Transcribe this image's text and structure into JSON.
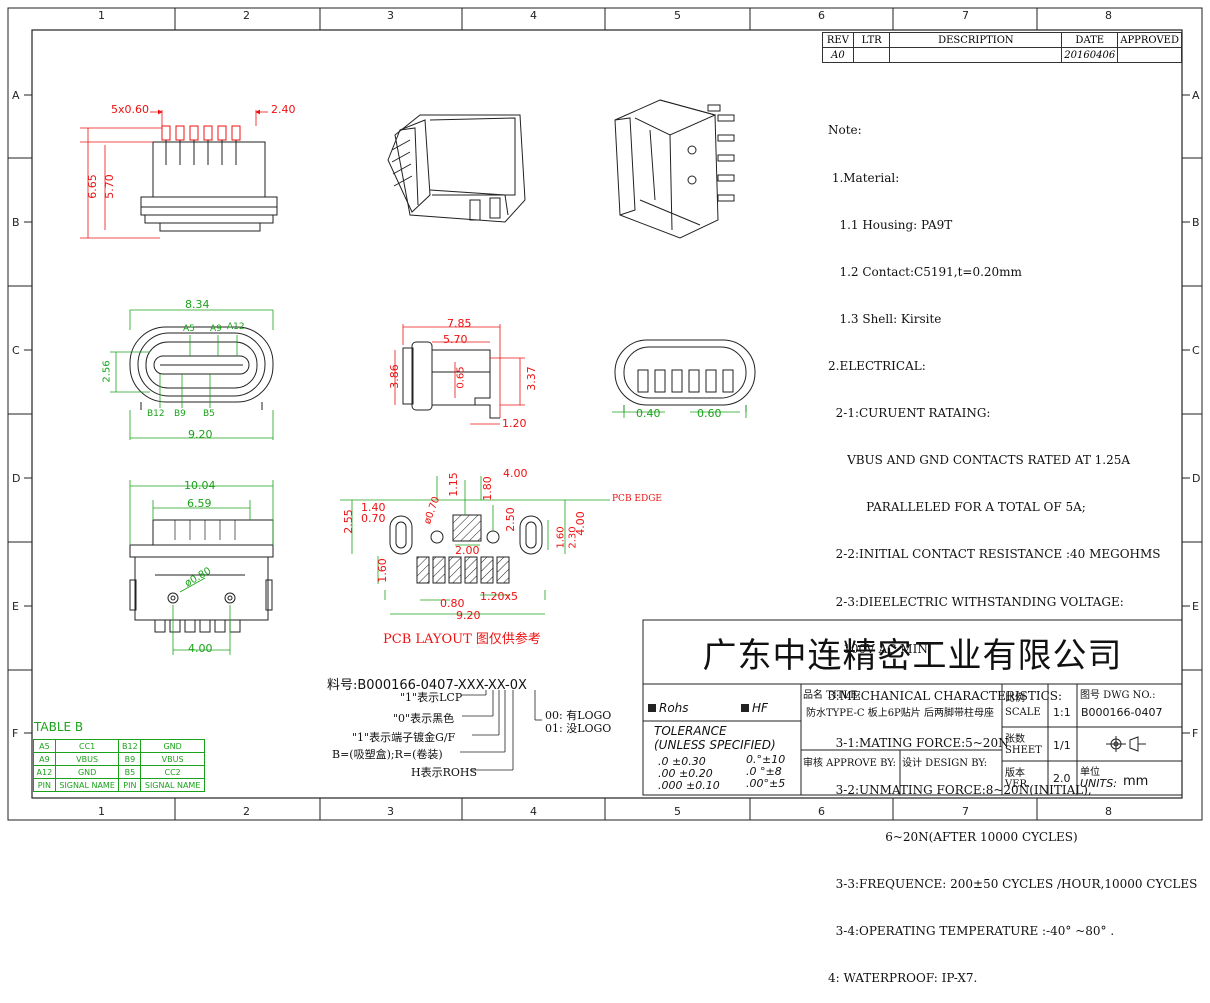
{
  "frame": {
    "col_numbers": [
      "1",
      "2",
      "3",
      "4",
      "5",
      "6",
      "7",
      "8"
    ],
    "row_letters": [
      "A",
      "B",
      "C",
      "D",
      "E",
      "F"
    ]
  },
  "revision_table": {
    "headers": [
      "REV",
      "LTR",
      "DESCRIPTION",
      "DATE",
      "APPROVED"
    ],
    "row": [
      "A0",
      "",
      "",
      "20160406",
      ""
    ]
  },
  "notes": [
    "Note:",
    " 1.Material:",
    "   1.1 Housing: PA9T",
    "   1.2 Contact:C5191,t=0.20mm",
    "   1.3 Shell: Kirsite",
    "2.ELECTRICAL:",
    "  2-1:CURUENT RATAING:",
    "     VBUS AND GND CONTACTS RATED AT 1.25A",
    "          PARALLELED FOR A TOTAL OF 5A;",
    "  2-2:INITIAL CONTACT RESISTANCE :40 MEGOHMS",
    "  2-3:DIEELECTRIC WITHSTANDING VOLTAGE:",
    "    100V AC MIN;",
    "3:MECHANICAL CHARACTERISTICS:",
    "  3-1:MATING FORCE:5~20N",
    "  3-2:UNMATING FORCE:8~20N(INITIAL),",
    "               6~20N(AFTER 10000 CYCLES)",
    "  3-3:FREQUENCE: 200±50 CYCLES /HOUR,10000 CYCLES",
    "  3-4:OPERATING TEMPERATURE :-40° ~80° .",
    "4: WATERPROOF: IP-X7."
  ],
  "dimensions": {
    "top_pitch": "5x0.60",
    "top_width": "2.40",
    "height_total": "6.65",
    "height_body": "5.70",
    "front_width": "8.34",
    "pin_a5": "A5",
    "pin_a9": "A9",
    "pin_a12": "A12",
    "pin_b12": "B12",
    "pin_b9": "B9",
    "pin_b5": "B5",
    "front_height": "2.56",
    "front_base": "9.20",
    "side_total": "7.85",
    "side_body": "5.70",
    "side_h1": "3.86",
    "side_h2": "0.65",
    "side_h3": "3.37",
    "side_tail": "1.20",
    "rear_gap1": "0.40",
    "rear_gap2": "0.60",
    "bottom_total": "10.04",
    "bottom_inner": "6.59",
    "bottom_hole": "ø0.80",
    "bottom_pitch": "4.00",
    "pcb_1_40": "1.40",
    "pcb_0_70": "0.70",
    "pcb_2_55": "2.55",
    "pcb_0_70b": "ø0.70",
    "pcb_1_15": "1.15",
    "pcb_1_80": "1.80",
    "pcb_4_00a": "4.00",
    "pcb_2_50": "2.50",
    "pcb_1_60a": "1.60",
    "pcb_2_30": "2.30",
    "pcb_4_00b": "4.00",
    "pcb_2_00": "2.00",
    "pcb_1_60b": "1.60",
    "pcb_0_80": "0.80",
    "pcb_pitch": "1.20x5",
    "pcb_9_20": "9.20",
    "pcb_edge": "PCB EDGE",
    "pcb_title": "PCB LAYOUT 图仅供参考"
  },
  "part_code": {
    "label": "料号:",
    "code": "B000166-0407-XXX-XX-0X",
    "legend": [
      "\"1\"表示LCP",
      "\"0\"表示黑色",
      "\"1\"表示端子镀金G/F",
      "B=(吸塑盒);R=(卷装)",
      "H表示ROHS"
    ],
    "logo_options": [
      "00: 有LOGO",
      "01: 没LOGO"
    ]
  },
  "table_b": {
    "title": "TABLE B",
    "rows": [
      [
        "A5",
        "CC1",
        "B12",
        "GND"
      ],
      [
        "A9",
        "VBUS",
        "B9",
        "VBUS"
      ],
      [
        "A12",
        "GND",
        "B5",
        "CC2"
      ],
      [
        "PIN",
        "SIGNAL NAME",
        "PIN",
        "SIGNAL NAME"
      ]
    ]
  },
  "title_block": {
    "company": "广东中连精密工业有限公司",
    "rohs": "Rohs",
    "hf": "HF",
    "tolerance_title": "TOLERANCE",
    "tolerance_sub": "(UNLESS SPECIFIED)",
    "tol_lin": [
      ".0 ±0.30",
      ".00 ±0.20",
      ".000 ±0.10"
    ],
    "tol_ang": [
      "0.°±10",
      ".0 °±8",
      ".00°±5"
    ],
    "title_label": "品名 TITLE:",
    "title_value": "防水TYPE-C 板上6P贴片 后两脚带柱母座",
    "approve_label": "审核 APPROVE BY:",
    "design_label": "设计 DESIGN BY:",
    "scale_cn": "比例",
    "scale_label": "SCALE",
    "scale_value": "1:1",
    "dwg_label": "图号 DWG NO.:",
    "dwg_value": "B000166-0407",
    "sheet_cn": "张数",
    "sheet_label": "SHEET",
    "sheet_value": "1/1",
    "ver_cn": "版本",
    "ver_label": "VER.",
    "ver_value": "2.0",
    "units_cn": "单位",
    "units_label": "UNITS:",
    "units_value": "mm"
  }
}
